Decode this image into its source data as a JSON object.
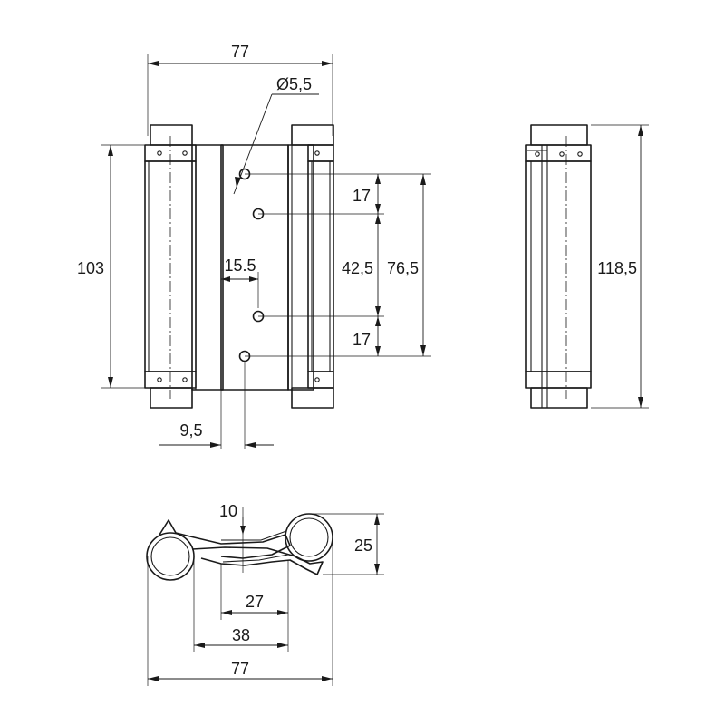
{
  "dimensions": {
    "front_width": "77",
    "hole_diameter": "Ø5,5",
    "height_103": "103",
    "hole_pitch_top": "17",
    "hole_pitch_bottom": "17",
    "hole_offset": "15.5",
    "inner_pitch": "42,5",
    "outer_pitch": "76,5",
    "side_height": "118,5",
    "edge_offset": "9,5",
    "top_view_10": "10",
    "top_view_25": "25",
    "top_view_27": "27",
    "top_view_38": "38",
    "top_view_77": "77"
  }
}
